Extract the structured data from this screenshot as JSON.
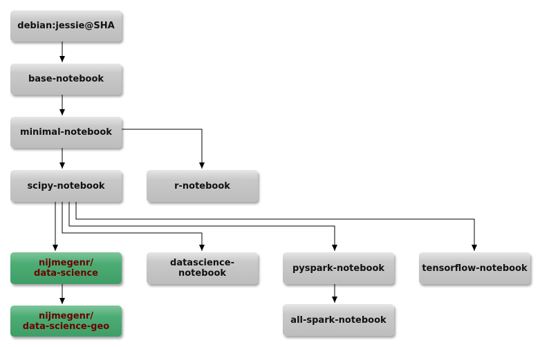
{
  "nodes": {
    "debian": "debian:jessie@SHA",
    "base": "base-notebook",
    "minimal": "minimal-notebook",
    "scipy": "scipy-notebook",
    "r": "r-notebook",
    "nijmegenr_ds_l1": "nijmegenr/",
    "nijmegenr_ds_l2": "data-science",
    "datascience": "datascience-notebook",
    "pyspark": "pyspark-notebook",
    "tensorflow": "tensorflow-notebook",
    "nijmegenr_geo_l1": "nijmegenr/",
    "nijmegenr_geo_l2": "data-science-geo",
    "allspark": "all-spark-notebook"
  },
  "colors": {
    "gray_node": "#c4c4c4",
    "green_node": "#45a46c",
    "green_text": "#6b0000",
    "edge": "#000000"
  }
}
